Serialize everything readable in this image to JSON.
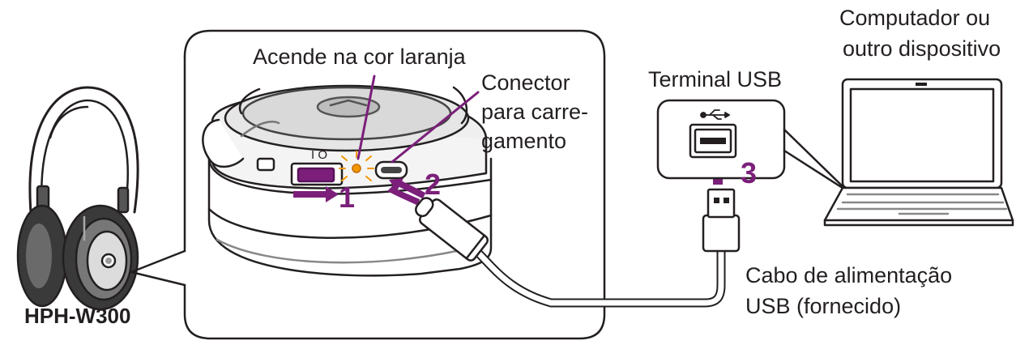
{
  "labels": {
    "lights_orange": "Acende na cor laranja",
    "connector_line1": "Conector",
    "connector_line2": "para carre-",
    "connector_line3": "gamento",
    "usb_terminal": "Terminal USB",
    "computer_line1": "Computador ou",
    "computer_line2": "outro dispositivo",
    "cable_line1": "Cabo de alimentação",
    "cable_line2": "USB (fornecido)",
    "model": "HPH-W300",
    "power_symbol": "I O"
  },
  "steps": {
    "step1": "1",
    "step2": "2",
    "step3": "3"
  },
  "icons": {
    "usb": "usb-icon"
  },
  "colors": {
    "accent": "#7b1f7a",
    "outline": "#231f20",
    "led": "#f39800"
  }
}
